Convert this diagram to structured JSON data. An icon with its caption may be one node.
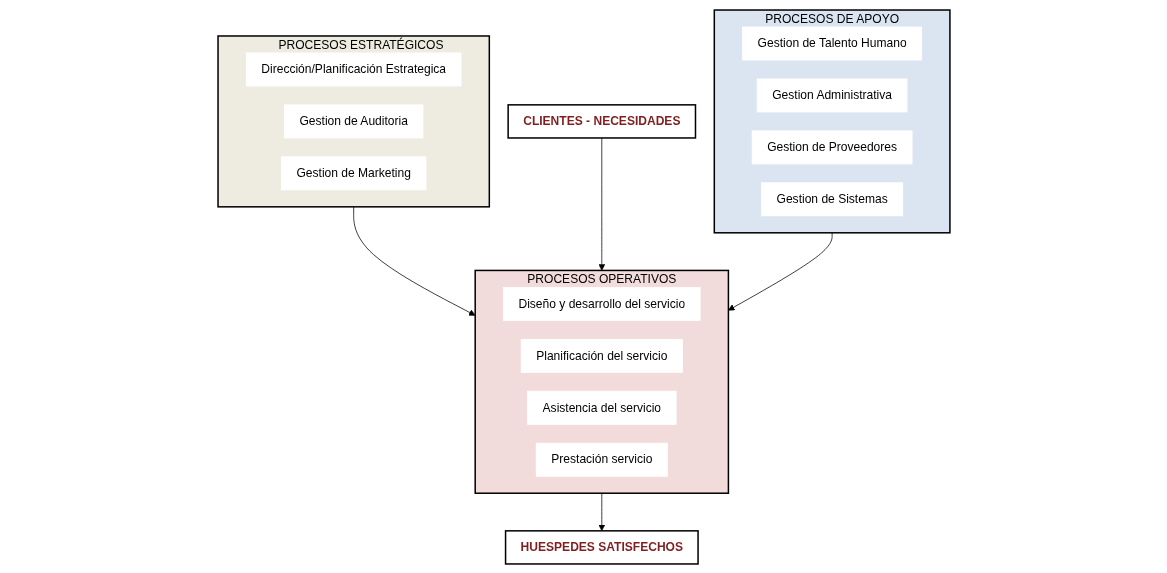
{
  "diagram": {
    "nodes": [
      {
        "text": [
          "CLIENTES - NECESIDADES"
        ]
      },
      {
        "text": [
          "PROCESOS ESTRATÉGICOS"
        ]
      },
      {
        "text": [
          "Dirección/Planificación Estrategica"
        ],
        "in": 1
      },
      {
        "text": [
          "Gestion de Auditoria"
        ],
        "in": 1
      },
      {
        "text": [
          "Gestion de Marketing"
        ],
        "in": 1
      },
      {
        "text": [
          "PROCESOS OPERATIVOS"
        ]
      },
      {
        "text": [
          "Diseño y desarrollo del servicio"
        ],
        "in": 5
      },
      {
        "text": [
          "Planificación del servicio"
        ],
        "in": 5
      },
      {
        "text": [
          "Asistencia del servicio"
        ],
        "in": 5
      },
      {
        "text": [
          "Prestación servicio"
        ],
        "in": 5
      },
      {
        "text": [
          "PROCESOS DE APOYO"
        ]
      },
      {
        "text": [
          "Gestion de Talento Humano"
        ],
        "in": 10
      },
      {
        "text": [
          "Gestion Administrativa"
        ],
        "in": 10
      },
      {
        "text": [
          "Gestion de Proveedores"
        ],
        "in": 10
      },
      {
        "text": [
          "Gestion de Sistemas"
        ],
        "in": 10
      },
      {
        "text": [
          "HUESPEDES SATISFECHOS"
        ]
      }
    ],
    "edges": [
      {
        "from": 1,
        "to": 5,
        "arrow": "to"
      },
      {
        "from": 0,
        "to": 5,
        "arrow": "to"
      },
      {
        "from": 5,
        "to": 15,
        "arrow": "to"
      },
      {
        "from": 10,
        "to": 5,
        "arrow": "to"
      }
    ]
  }
}
